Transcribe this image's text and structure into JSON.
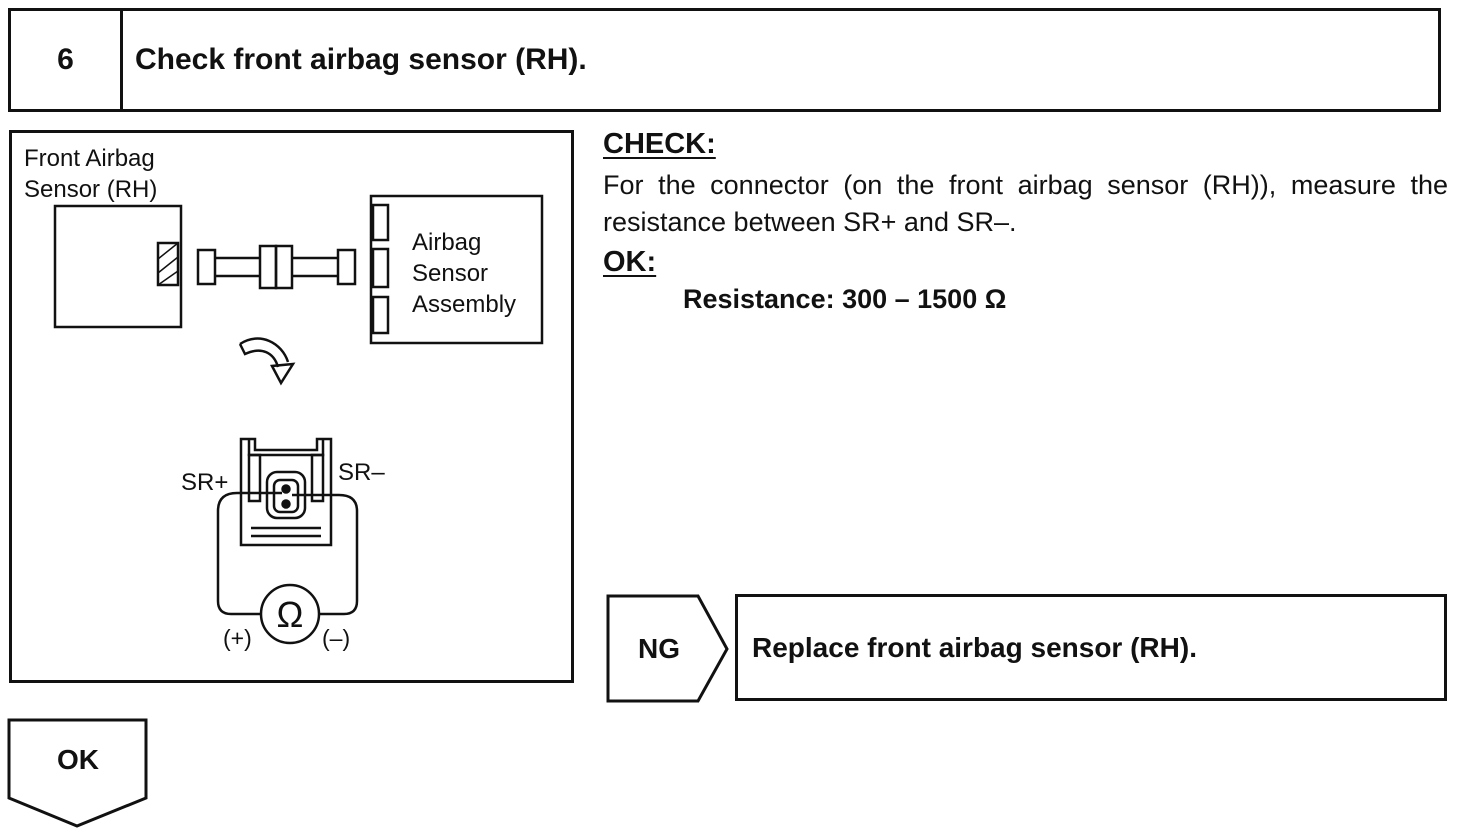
{
  "step": {
    "number": "6",
    "title": "Check front airbag sensor (RH)."
  },
  "diagram": {
    "front_sensor_label": "Front Airbag\nSensor (RH)",
    "assembly_label": "Airbag\nSensor\nAssembly",
    "terminal_positive": "SR+",
    "terminal_negative": "SR–",
    "ohmmeter_symbol": "Ω",
    "probe_positive": "(+)",
    "probe_negative": "(–)"
  },
  "check": {
    "heading": "CHECK:",
    "instruction": "For the connector (on the front airbag sensor (RH)), measure the resistance between SR+ and SR–."
  },
  "ok_spec": {
    "heading": "OK:",
    "spec": "Resistance: 300 – 1500 Ω"
  },
  "ng_branch": {
    "label": "NG",
    "action": "Replace front airbag sensor (RH)."
  },
  "ok_branch": {
    "label": "OK"
  }
}
